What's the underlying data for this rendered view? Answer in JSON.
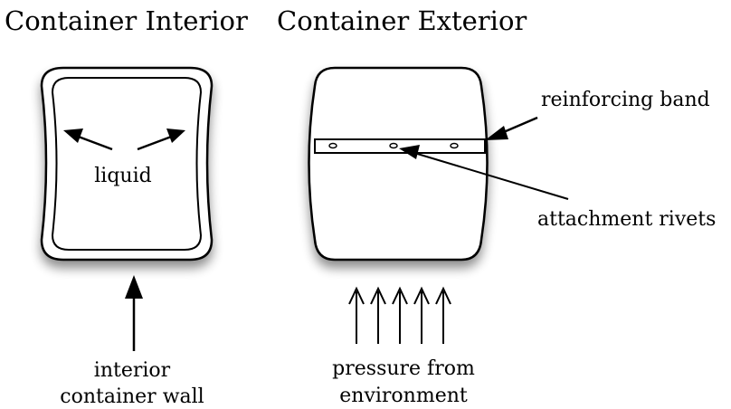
{
  "titles": {
    "interior": "Container Interior",
    "exterior": "Container Exterior"
  },
  "labels": {
    "liquid": "liquid",
    "interior_wall_line1": "interior",
    "interior_wall_line2": "container wall",
    "reinforcing_band": "reinforcing band",
    "attachment_rivets": "attachment rivets",
    "pressure_line1": "pressure from",
    "pressure_line2": "environment"
  },
  "colors": {
    "stroke": "#000000",
    "fill": "#ffffff",
    "shadow": "#8a8a8a"
  }
}
